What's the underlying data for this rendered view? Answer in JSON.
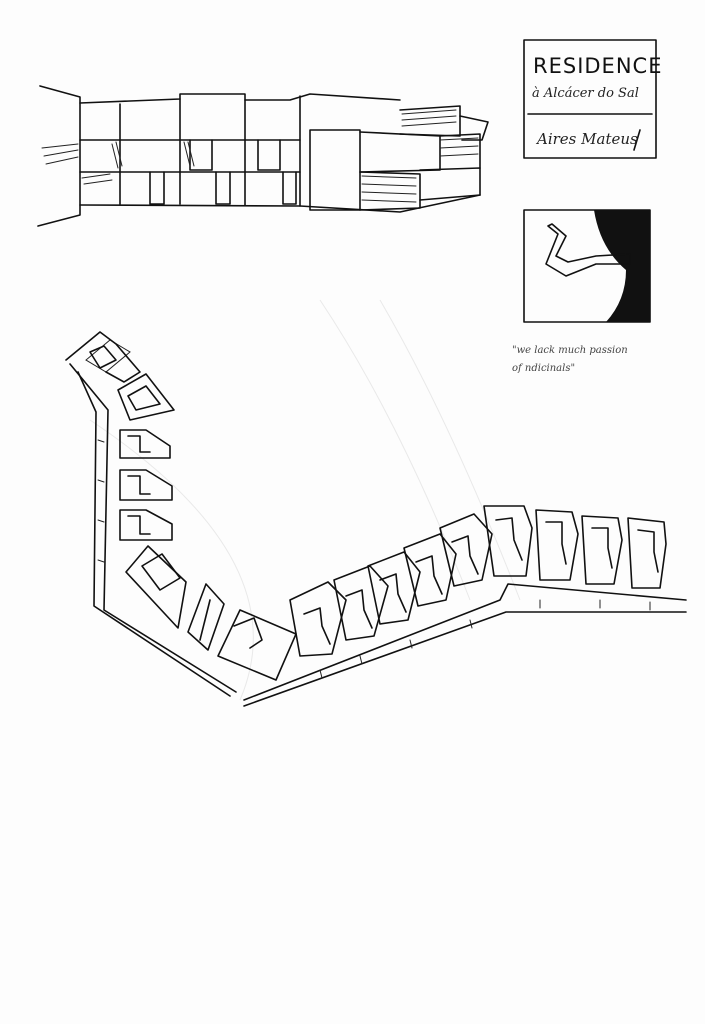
{
  "sketch": {
    "title": "RESIDENCE",
    "location": "à Alcácer do Sal",
    "architect": "Aires Mateus",
    "quote_lines": [
      "\"we lack much passion",
      "of ndicinals\""
    ]
  }
}
